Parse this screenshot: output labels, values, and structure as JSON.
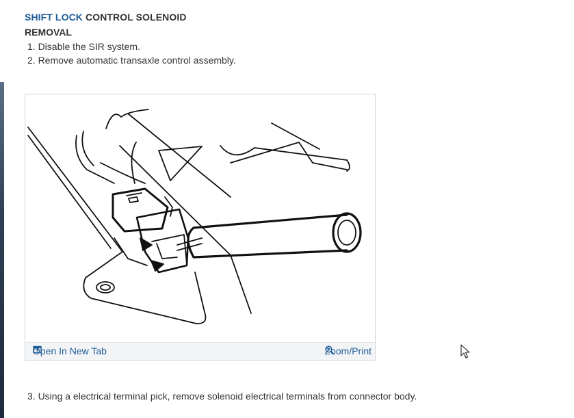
{
  "heading": {
    "accent": "SHIFT LOCK",
    "rest": "CONTROL SOLENOID",
    "subtitle": "REMOVAL"
  },
  "steps": [
    "1. Disable the SIR system.",
    "2. Remove automatic transaxle control assembly.",
    "3. Using a electrical terminal pick, remove solenoid electrical terminals from connector body."
  ],
  "figure": {
    "open_tab_label": "Open In New Tab",
    "zoom_label": "Zoom/Print",
    "open_tab_icon": "open-new-tab-icon",
    "zoom_icon": "magnifier-plus-icon"
  },
  "colors": {
    "accent": "#1f5c99",
    "text": "#333333",
    "figure_bar": "#f3f4f5"
  }
}
